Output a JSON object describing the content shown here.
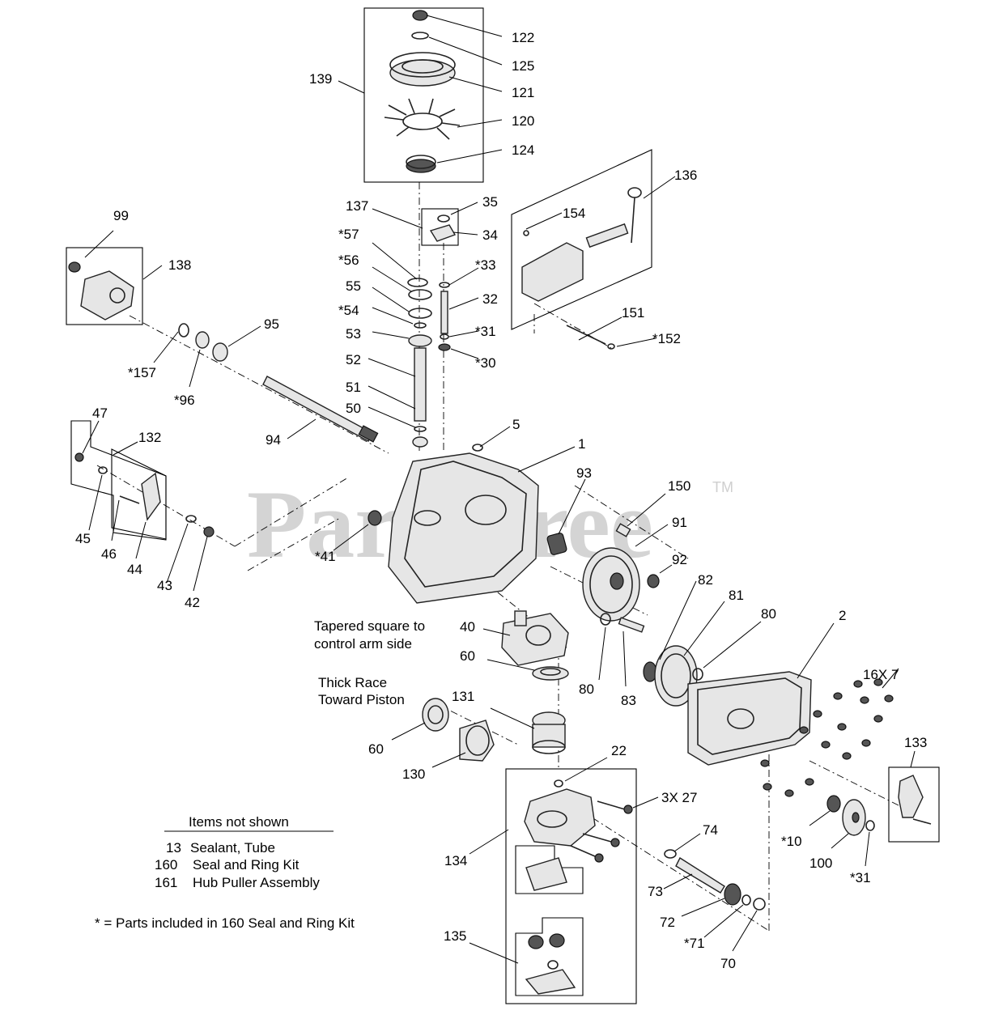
{
  "watermark": {
    "text": "PartsTree",
    "tm": "TM"
  },
  "callouts": {
    "c122": "122",
    "c125": "125",
    "c121": "121",
    "c120": "120",
    "c124": "124",
    "c139": "139",
    "c137": "137",
    "c35": "35",
    "c34": "34",
    "c154": "154",
    "c136": "136",
    "c99": "99",
    "c138": "138",
    "c57": "*57",
    "c56": "*56",
    "c55": "55",
    "c54": "*54",
    "c53": "53",
    "c52": "52",
    "c51": "51",
    "c50": "50",
    "c33": "*33",
    "c32": "32",
    "c31a": "*31",
    "c30": "*30",
    "c151": "151",
    "c152": "*152",
    "c95": "95",
    "c157": "*157",
    "c96": "*96",
    "c94": "94",
    "c47": "47",
    "c132": "132",
    "c45": "45",
    "c46": "46",
    "c44": "44",
    "c43": "43",
    "c42": "42",
    "c41": "*41",
    "c5": "5",
    "c1": "1",
    "c93": "93",
    "c150": "150",
    "c91": "91",
    "c92": "92",
    "c82": "82",
    "c81": "81",
    "c80a": "80",
    "c80b": "80",
    "c2": "2",
    "c40": "40",
    "c60a": "60",
    "c83": "83",
    "c7": "16X  7",
    "c131": "131",
    "c60b": "60",
    "c130": "130",
    "c22": "22",
    "c27": "3X  27",
    "c133": "133",
    "c74": "74",
    "c10": "*10",
    "c100": "100",
    "c31b": "*31",
    "c134": "134",
    "c73": "73",
    "c72": "72",
    "c71": "*71",
    "c70": "70",
    "c135": "135"
  },
  "notes": {
    "tapered_1": "Tapered square to",
    "tapered_2": "control arm side",
    "thick_1": "Thick Race",
    "thick_2": "Toward Piston"
  },
  "items_not_shown": {
    "title": "Items not shown",
    "rows": [
      {
        "num": "13",
        "desc": "Sealant, Tube"
      },
      {
        "num": "160",
        "desc": "Seal and Ring Kit"
      },
      {
        "num": "161",
        "desc": "Hub Puller Assembly"
      }
    ]
  },
  "footnote": "* = Parts included in 160 Seal and Ring Kit"
}
